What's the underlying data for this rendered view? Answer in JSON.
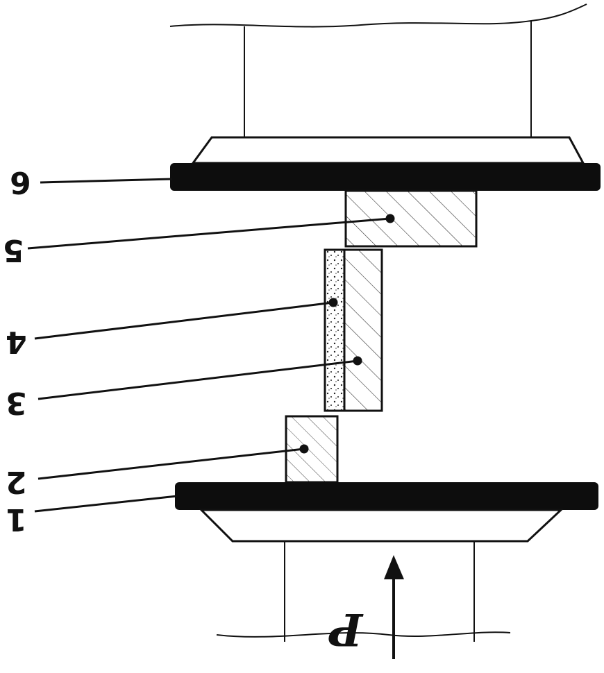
{
  "labels": {
    "part1": "1",
    "part2": "2",
    "part3": "3",
    "part4": "4",
    "part5": "5",
    "part6": "6",
    "force": "P"
  },
  "colors": {
    "ink": "#111111",
    "plate": "#0d0d0d",
    "paper": "#ffffff"
  }
}
